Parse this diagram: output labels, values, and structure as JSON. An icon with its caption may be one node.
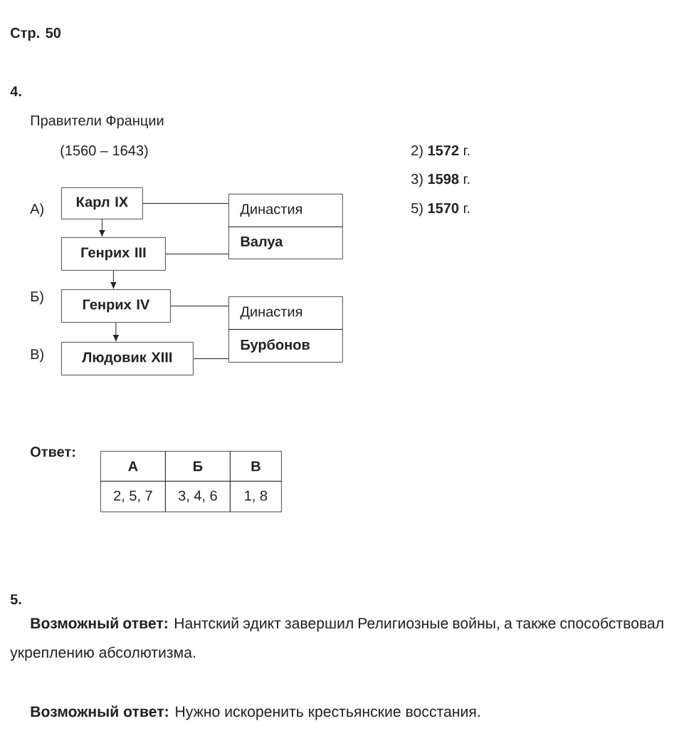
{
  "diagram": {
    "nodes": [
      {
        "text": [
          "Карл IX"
        ]
      },
      {
        "text": [
          "Генрих III"
        ]
      },
      {
        "text": [
          "Генрих IV"
        ]
      },
      {
        "text": [
          "Людовик XIII"
        ]
      },
      {
        "text": [
          "Династия"
        ]
      },
      {
        "text": [
          "Валуа"
        ]
      },
      {
        "text": [
          "Династия"
        ]
      },
      {
        "text": [
          "Бурбонов"
        ]
      }
    ],
    "edges": [
      {
        "from": 0,
        "to": 1,
        "arrow": "to"
      },
      {
        "from": 1,
        "to": 2,
        "arrow": "to"
      },
      {
        "from": 2,
        "to": 3,
        "arrow": "to"
      },
      {
        "from": 0,
        "to": 4,
        "arrow": "none"
      },
      {
        "from": 1,
        "to": 5,
        "arrow": "none"
      },
      {
        "from": 2,
        "to": 6,
        "arrow": "none"
      },
      {
        "from": 3,
        "to": 7,
        "arrow": "none"
      }
    ],
    "labels": [
      "Стр. 50",
      "4.",
      "Правители Франции",
      "(1560 – 1643)",
      "2) **1572** г.",
      "3) **1598** г.",
      "А)",
      "5) **1570** г.",
      "Б)",
      "В)",
      "Ответ:",
      "А",
      "Б",
      "В",
      "2, 5, 7",
      "3, 4, 6",
      "1, 8",
      "5.",
      "**Возможный ответ:** Нантский эдикт завершил Религиозные войны, а также способствовал укреплению абсолютизма.",
      "**Возможный ответ:** Нужно искоренить крестьянские восстания."
    ]
  }
}
